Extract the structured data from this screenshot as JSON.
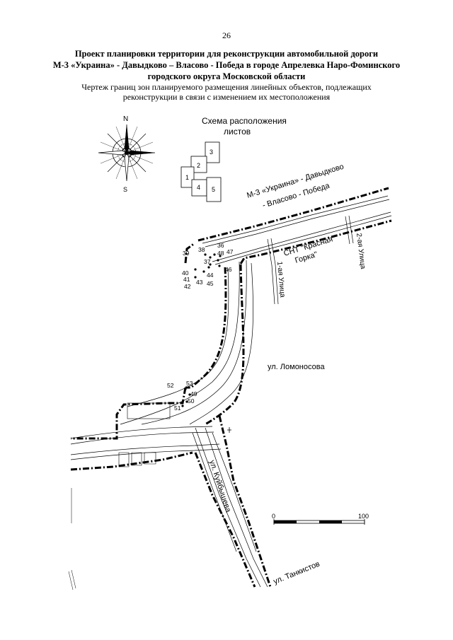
{
  "page_number": "26",
  "title": {
    "line1": "Проект планировки территории для реконструкции автомобильной дороги",
    "line2": "М-3 «Украина» - Давыдково – Власово - Победа в городе Апрелевка Наро-Фоминского",
    "line3": "городского округа  Московской области"
  },
  "subtitle": {
    "line1": "Чертеж границ зон планируемого размещения линейных объектов, подлежащих",
    "line2": "реконструкции в связи с изменением их местоположения"
  },
  "compass": {
    "north": "N",
    "south": "S"
  },
  "sheet_scheme": {
    "title_line1": "Схема расположения",
    "title_line2": "листов",
    "sheets": [
      "1",
      "2",
      "3",
      "4",
      "5"
    ]
  },
  "road_label": {
    "line1": "М-3 «Украина» - Давыдково",
    "line2": "- Власово - Победа"
  },
  "street_labels": {
    "snt_line1": "СНТ \"Красная",
    "snt_line2": "Горка\"",
    "first_street": "1-ая Улица",
    "second_street": "2-ая Улица",
    "lomonosova": "ул. Ломоносова",
    "kuibysheva": "ул. Куйбышева",
    "tankistov": "ул. Танкистов"
  },
  "point_numbers": {
    "p36": "36",
    "p37": "37",
    "p38": "38",
    "p39": "39",
    "p40": "40",
    "p41": "41",
    "p42": "42",
    "p43": "43",
    "p44": "44",
    "p45": "45",
    "p46": "46",
    "p47": "47",
    "p48": "48",
    "p49": "49",
    "p50": "50",
    "p51": "51",
    "p52": "52",
    "p53": "53"
  },
  "scale_bar": {
    "start": "0",
    "end": "100"
  }
}
